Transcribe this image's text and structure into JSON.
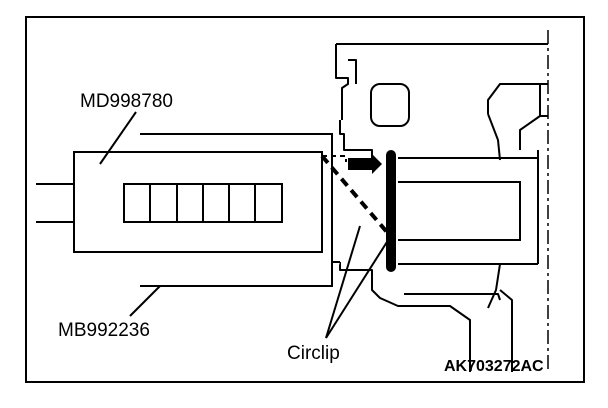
{
  "labels": {
    "tool_upper": "MD998780",
    "tool_lower": "MB992236",
    "part": "Circlip",
    "figure_code": "AK703272AC"
  }
}
